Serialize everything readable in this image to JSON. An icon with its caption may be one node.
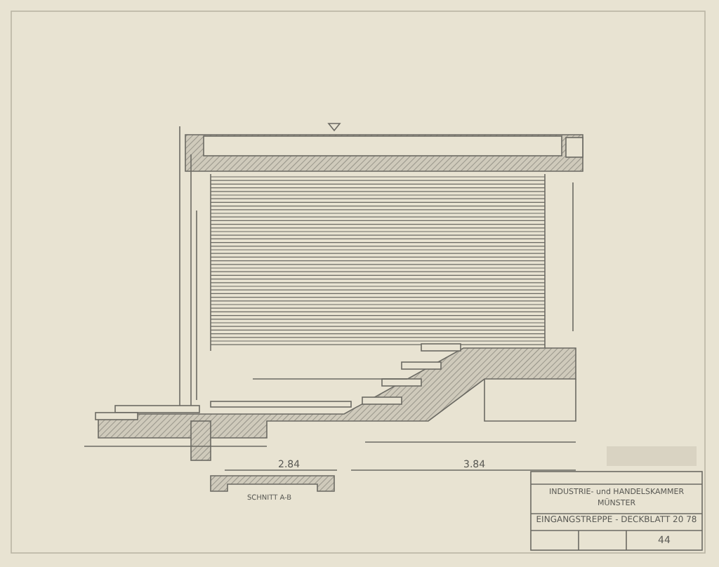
{
  "diagram": {
    "labels": [
      "2.84",
      "3.84",
      "SCHNITT A-B",
      "INDUSTRIE- und HANDELSKAMMER",
      "MÜNSTER",
      "EINGANGSTREPPE - DECKBLATT 20 78",
      "44"
    ]
  }
}
